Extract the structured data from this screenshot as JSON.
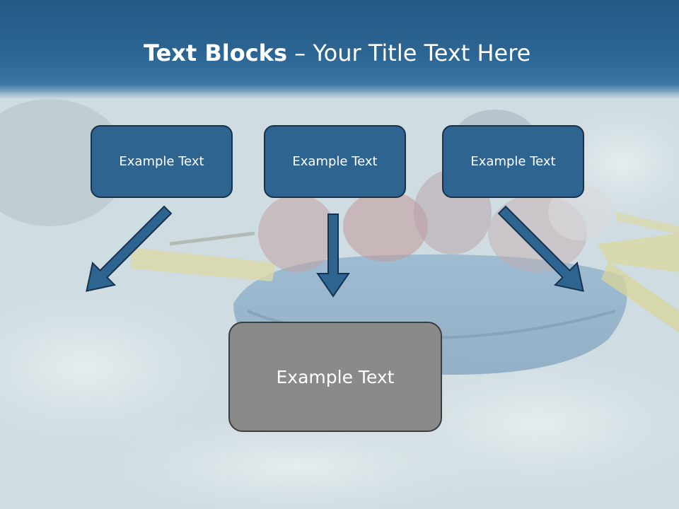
{
  "slide": {
    "title_bold": "Text Blocks",
    "title_rest": " – Your Title Text Here"
  },
  "blocks": [
    {
      "label": "Example Text"
    },
    {
      "label": "Example Text"
    },
    {
      "label": "Example Text"
    }
  ],
  "target_block": {
    "label": "Example Text"
  },
  "colors": {
    "header": "#2b6593",
    "block_fill": "#2d6590",
    "block_border": "#17324f",
    "target_fill": "#8a8a8a",
    "arrow_fill": "#2d6590"
  }
}
